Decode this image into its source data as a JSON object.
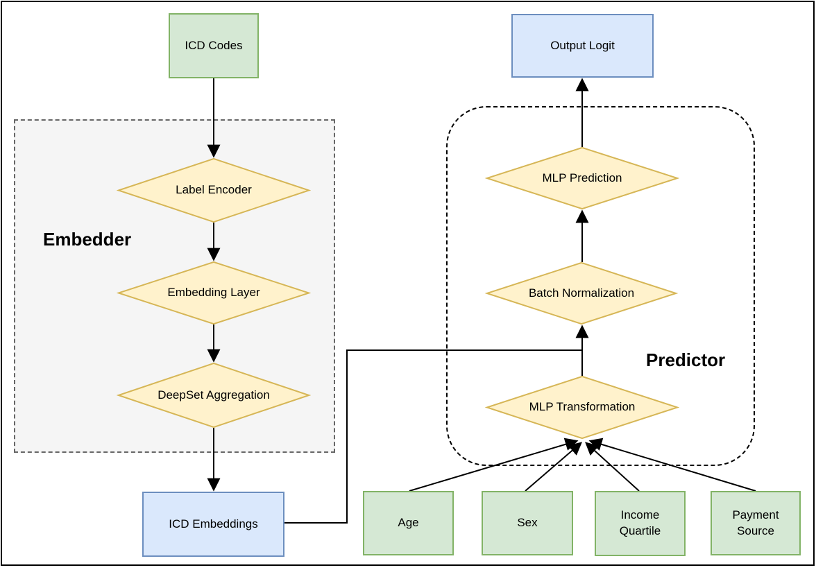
{
  "diagram": {
    "groups": {
      "embedder": {
        "label": "Embedder"
      },
      "predictor": {
        "label": "Predictor"
      }
    },
    "nodes": {
      "icd_codes": {
        "label": "ICD Codes",
        "shape": "rect",
        "color": "green"
      },
      "label_encoder": {
        "label": "Label Encoder",
        "shape": "diamond",
        "color": "yellow"
      },
      "embedding_layer": {
        "label": "Embedding Layer",
        "shape": "diamond",
        "color": "yellow"
      },
      "deepset_aggregation": {
        "label": "DeepSet Aggregation",
        "shape": "diamond",
        "color": "yellow"
      },
      "icd_embeddings": {
        "label": "ICD Embeddings",
        "shape": "rect",
        "color": "blue"
      },
      "output_logit": {
        "label": "Output Logit",
        "shape": "rect",
        "color": "blue"
      },
      "mlp_prediction": {
        "label": "MLP Prediction",
        "shape": "diamond",
        "color": "yellow"
      },
      "batch_normalization": {
        "label": "Batch Normalization",
        "shape": "diamond",
        "color": "yellow"
      },
      "mlp_transformation": {
        "label": "MLP Transformation",
        "shape": "diamond",
        "color": "yellow"
      },
      "age": {
        "label": "Age",
        "shape": "rect",
        "color": "green"
      },
      "sex": {
        "label": "Sex",
        "shape": "rect",
        "color": "green"
      },
      "income_quartile": {
        "label": "Income\nQuartile",
        "shape": "rect",
        "color": "green"
      },
      "payment_source": {
        "label": "Payment\nSource",
        "shape": "rect",
        "color": "green"
      }
    },
    "edges": [
      {
        "from": "icd_codes",
        "to": "label_encoder",
        "arrow": true
      },
      {
        "from": "label_encoder",
        "to": "embedding_layer",
        "arrow": true
      },
      {
        "from": "embedding_layer",
        "to": "deepset_aggregation",
        "arrow": true
      },
      {
        "from": "deepset_aggregation",
        "to": "icd_embeddings",
        "arrow": true
      },
      {
        "from": "icd_embeddings",
        "to": "batch_normalization",
        "arrow": true
      },
      {
        "from": "mlp_transformation",
        "to": "batch_normalization",
        "arrow": true
      },
      {
        "from": "batch_normalization",
        "to": "mlp_prediction",
        "arrow": true
      },
      {
        "from": "mlp_prediction",
        "to": "output_logit",
        "arrow": true
      },
      {
        "from": "age",
        "to": "mlp_transformation",
        "arrow": true
      },
      {
        "from": "sex",
        "to": "mlp_transformation",
        "arrow": true
      },
      {
        "from": "income_quartile",
        "to": "mlp_transformation",
        "arrow": true
      },
      {
        "from": "payment_source",
        "to": "mlp_transformation",
        "arrow": true
      }
    ],
    "colors": {
      "green_fill": "#d5e8d4",
      "green_stroke": "#82b366",
      "blue_fill": "#dae8fc",
      "blue_stroke": "#6c8ebf",
      "yellow_fill": "#fff2cc",
      "yellow_stroke": "#d6b656",
      "embedder_fill": "#f5f5f5",
      "embedder_stroke": "#666666",
      "predictor_stroke": "#000000",
      "edge_color": "#000000"
    }
  }
}
